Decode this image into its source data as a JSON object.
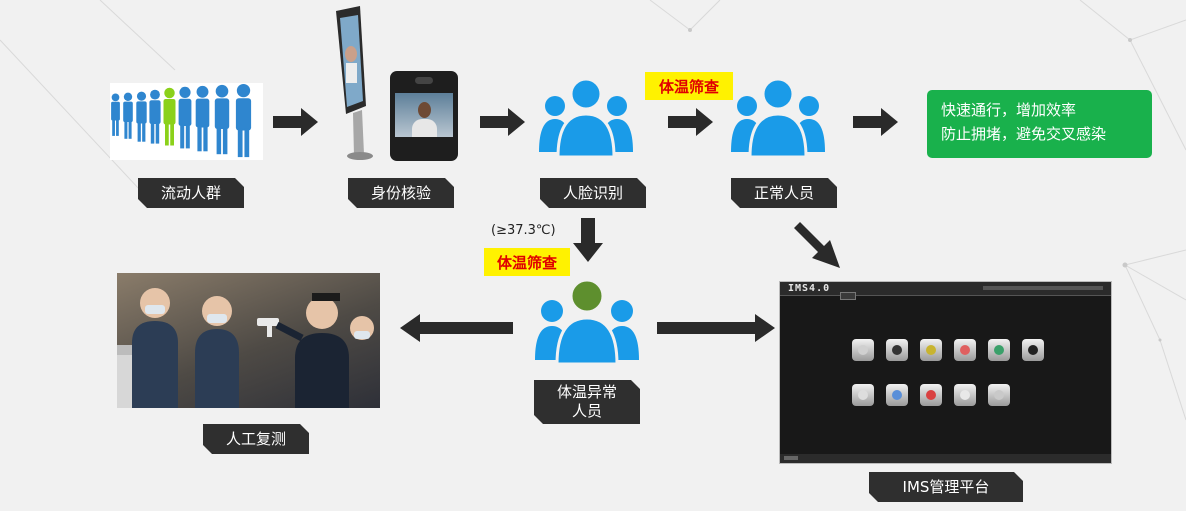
{
  "steps": {
    "flow_crowd": "流动人群",
    "identity_check": "身份核验",
    "face_recognition": "人脸识别",
    "normal_person": "正常人员",
    "abnormal_line1": "体温异常",
    "abnormal_line2": "人员",
    "manual_retest": "人工复测",
    "ims_platform": "IMS管理平台"
  },
  "badges": {
    "temp_screen_top": "体温筛查",
    "temp_screen_mid": "体温筛查",
    "threshold": "(≥37.3℃)"
  },
  "result": {
    "line1": "快速通行，增加效率",
    "line2": "防止拥堵，避免交叉感染"
  },
  "ims": {
    "logo": "IMS4.0"
  },
  "colors": {
    "label_bg": "#2f2f2f",
    "badge_bg": "#fff200",
    "badge_text": "#e00000",
    "result_bg": "#19b14c",
    "person_blue": "#1a9be8",
    "person_green": "#5e8f2e",
    "arrow": "#2a2a2a"
  },
  "icons": {
    "crowd_group": "people-group-icon",
    "terminal": "face-terminal-icon",
    "arrow": "arrow-right-icon"
  }
}
